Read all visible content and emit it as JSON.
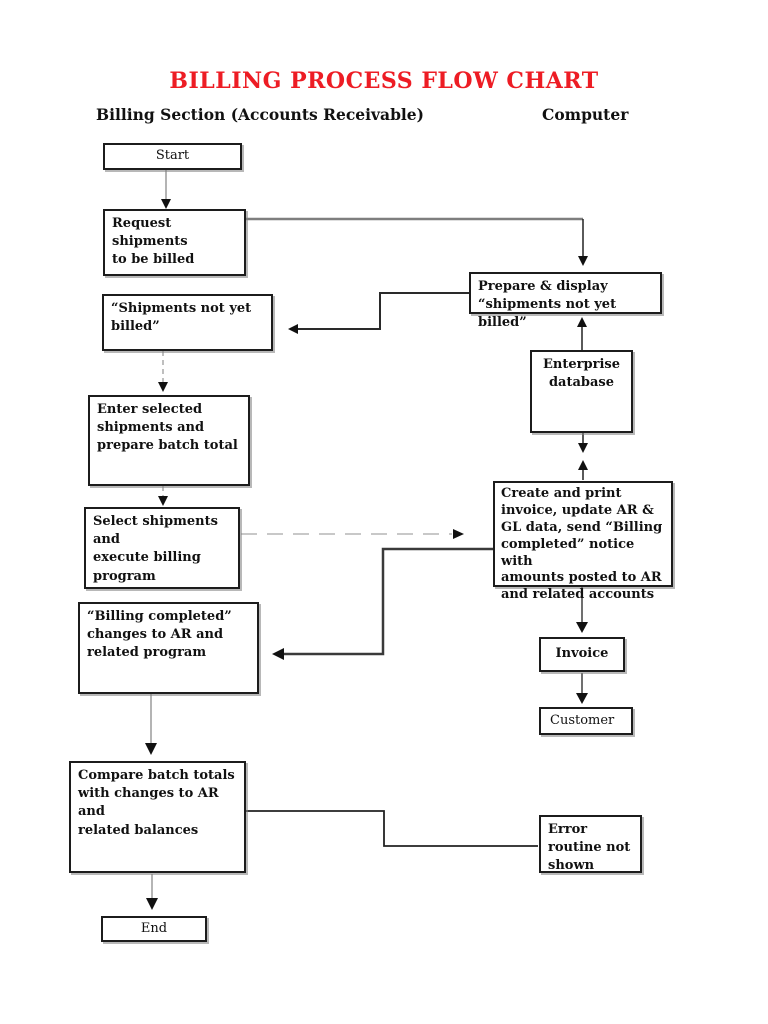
{
  "page": {
    "title": "BILLING PROCESS FLOW CHART",
    "title_color": "#ED1C24",
    "columns": {
      "left": "Billing Section (Accounts Receivable)",
      "right": "Computer"
    }
  },
  "nodes": {
    "start": {
      "label": "Start"
    },
    "request_shipments": {
      "label": "Request shipments\nto be billed"
    },
    "shipments_not_yet_billed": {
      "label": "“Shipments not yet\nbilled”"
    },
    "enter_selected": {
      "label": "Enter selected\nshipments and\nprepare batch total"
    },
    "select_shipments": {
      "label": "Select shipments and\nexecute billing\nprogram"
    },
    "billing_completed": {
      "label": "“Billing completed”\nchanges to AR and\nrelated program"
    },
    "compare_batch_totals": {
      "label": "Compare batch totals\nwith changes to AR and\nrelated balances"
    },
    "end": {
      "label": "End"
    },
    "prepare_display": {
      "label": "Prepare & display\n“shipments not yet billed”"
    },
    "enterprise_database": {
      "label": "Enterprise\ndatabase"
    },
    "create_print_invoice": {
      "label": "Create and print\ninvoice, update AR &\nGL data, send “Billing\ncompleted” notice with\namounts posted to AR\nand related accounts"
    },
    "invoice": {
      "label": "Invoice"
    },
    "customer": {
      "label": "Customer"
    },
    "error_routine": {
      "label": "Error\nroutine not\nshown"
    }
  }
}
